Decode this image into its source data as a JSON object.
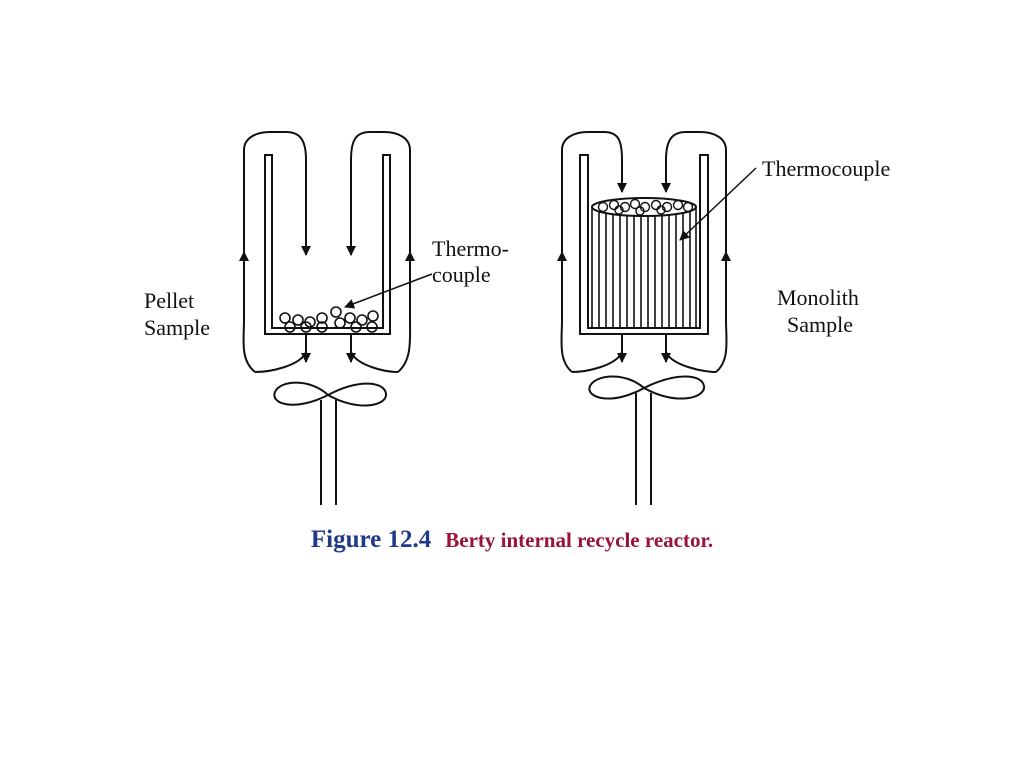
{
  "diagram": {
    "left_labels": {
      "thermocouple_line1": "Thermo-",
      "thermocouple_line2": "couple",
      "pellet_line1": "Pellet",
      "pellet_line2": "Sample"
    },
    "right_labels": {
      "thermocouple": "Thermocouple",
      "monolith_line1": "Monolith",
      "monolith_line2": "Sample"
    }
  },
  "caption": {
    "number": "Figure 12.4",
    "title": "Berty internal recycle reactor",
    "period": "."
  }
}
